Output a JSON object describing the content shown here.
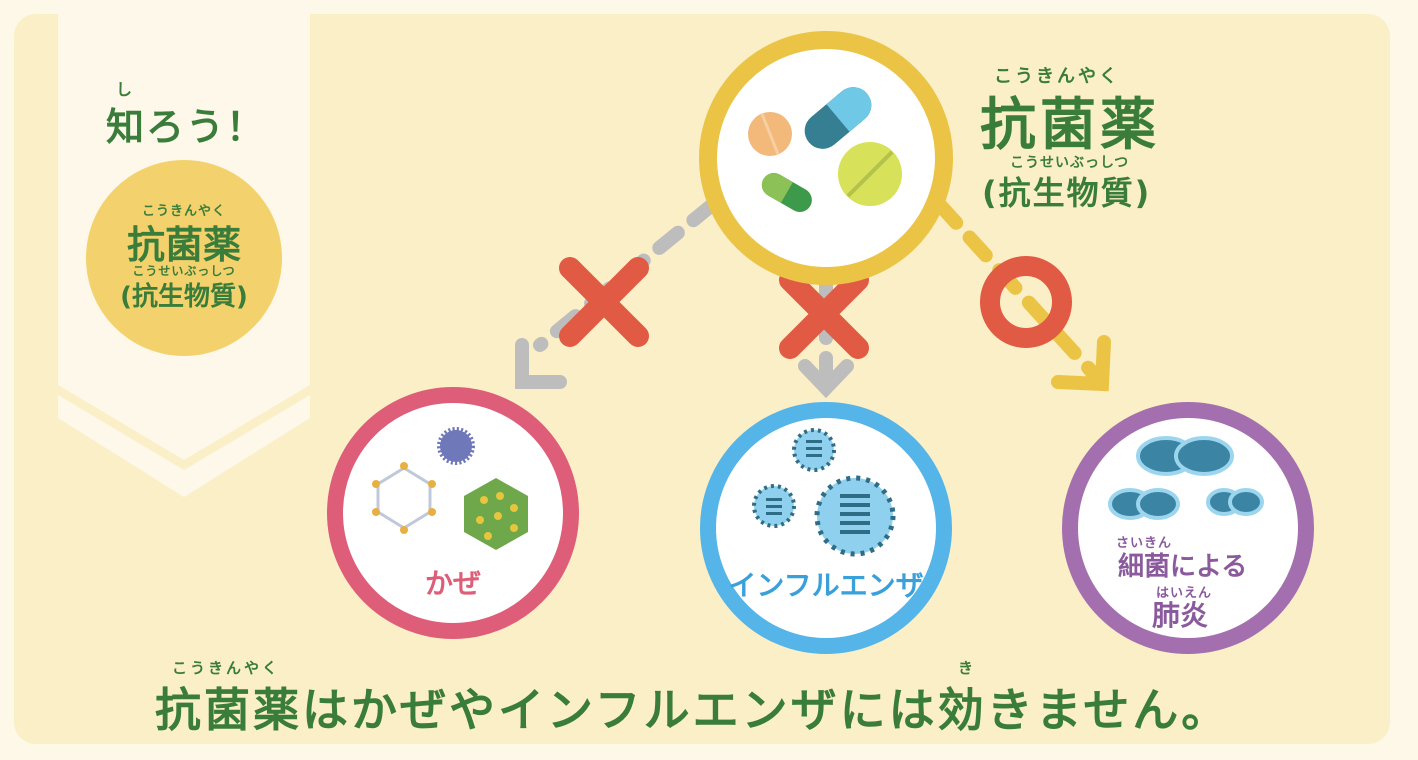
{
  "banner": {
    "furigana": "し",
    "title": "知ろう！",
    "badge_furigana1": "こうきんやく",
    "badge_main": "抗菌薬",
    "badge_furigana2": "こうせいぶっしつ",
    "badge_sub": "(抗生物質)"
  },
  "top": {
    "furigana1": "こうきんやく",
    "main": "抗菌薬",
    "furigana2": "こうせいぶっしつ",
    "sub": "(抗生物質)"
  },
  "targets": [
    {
      "label": "かぜ",
      "result": "×",
      "color": "#de5d79"
    },
    {
      "label": "インフルエンザ",
      "result": "×",
      "color": "#55b4e8"
    },
    {
      "furigana1": "さいきん",
      "label1": "細菌による",
      "furigana2": "はいえん",
      "label2": "肺炎",
      "result": "○",
      "color": "#a46fae"
    }
  ],
  "bottom": {
    "furigana1": "こうきんやく",
    "furigana2": "き",
    "text": "抗菌薬はかぜやインフルエンザには効きません。"
  },
  "colors": {
    "text_green": "#3a7d3a",
    "cross": "#e05a44",
    "arrow_gray": "#bdbdbd",
    "arrow_yellow": "#ebc446",
    "badge": "#f3d26e"
  }
}
